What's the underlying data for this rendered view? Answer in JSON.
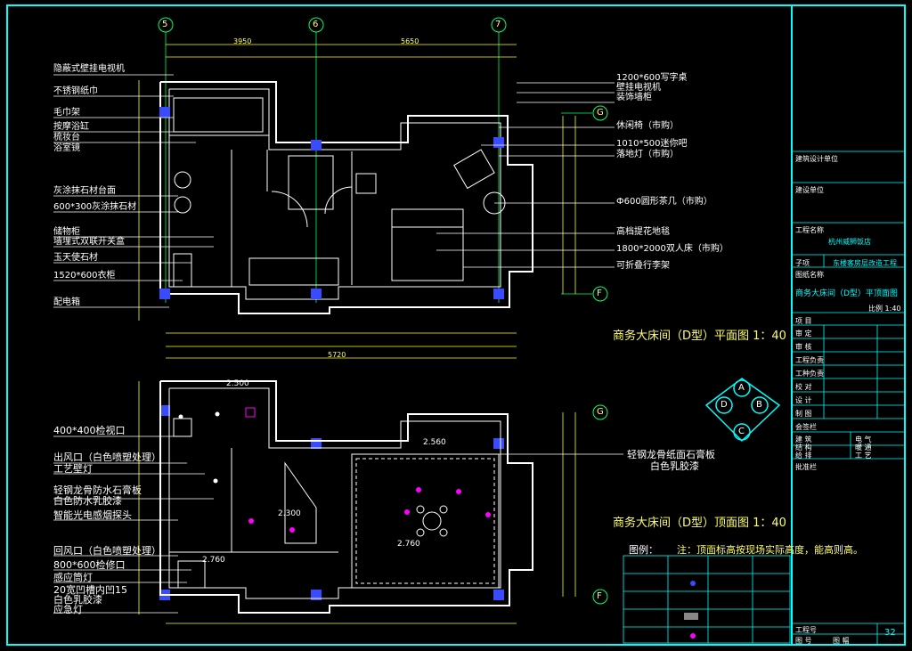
{
  "colors": {
    "background": "#000000",
    "frame": "#00ffff",
    "wall": "#ffffff",
    "dimension": "#ffff00",
    "column": "#3a4bff",
    "annotation": "#ffffff",
    "accent": "#ff00ff"
  },
  "grid_axes": {
    "cols": [
      "5",
      "6",
      "7"
    ],
    "rows": [
      "G",
      "F"
    ]
  },
  "top_dims": [
    "3950",
    "5650"
  ],
  "bottom_dims": [
    "5720"
  ],
  "plan_left_labels": [
    "隐蔽式壁挂电视机",
    "不锈钢纸巾",
    "毛巾架",
    "按摩浴缸",
    "梳妆台",
    "浴室镜",
    "灰涂抹石材台面",
    "600*300灰涂抹石材",
    "储物柜",
    "墙埋式双联开关盒",
    "玉天使石材",
    "1520*600衣柜",
    "配电箱"
  ],
  "plan_right_labels": [
    "1200*600写字桌",
    "壁挂电视机",
    "装饰墙柜",
    "休闲椅（市购）",
    "1010*500迷你吧",
    "落地灯（市购）",
    "Ф600圆形茶几（市购）",
    "高档提花地毯",
    "1800*2000双人床（市购）",
    "可折叠行李架"
  ],
  "ceiling_left_labels": [
    "400*400检视口",
    "出风口（白色喷塑处理）",
    "工艺壁灯",
    "轻钢龙骨防水石膏板",
    "白色防水乳胶漆",
    "智能光电感烟探头",
    "回风口（白色喷塑处理）",
    "800*600检修口",
    "感应筒灯",
    "20宽凹槽内凹15",
    "白色乳胶漆",
    "应急灯"
  ],
  "ceiling_right_labels": [
    "轻钢龙骨纸面石膏板",
    "白色乳胶漆"
  ],
  "heights": [
    "2.500",
    "2.560",
    "2.300",
    "2.760",
    "2.760"
  ],
  "plan_title": "商务大床间（D型）平面图 1：40",
  "ceiling_title": "商务大床间（D型）顶面图 1：40",
  "legend": {
    "title": "图例：",
    "note": "注：顶面标高按现场实际高度，能高则高。"
  },
  "compass": [
    "A",
    "B",
    "C",
    "D"
  ],
  "title_block": {
    "designer": "建筑设计单位",
    "constructor": "建设单位",
    "project_label": "工程名称",
    "project": "杭州威狮饭店",
    "sub_label": "子项",
    "sub": "东楼客房层改造工程",
    "drawing_label": "图纸名称",
    "drawing": "商务大床间（D型）平顶面图",
    "scale": "比例 1:40",
    "rows": [
      "项 目",
      "审 定",
      "审 核",
      "工程负责",
      "工种负责",
      "校 对",
      "设 计",
      "制 图"
    ],
    "sign": "会签栏",
    "trades": [
      [
        "建 筑",
        "电 气"
      ],
      [
        "结 构",
        "暖 通"
      ],
      [
        "给 排",
        "工 艺"
      ]
    ],
    "approval": "批准栏",
    "sheet_no_label": "工程号",
    "drawing_no_label": "图 号",
    "sheet_no": "图 幅",
    "page": "32"
  }
}
